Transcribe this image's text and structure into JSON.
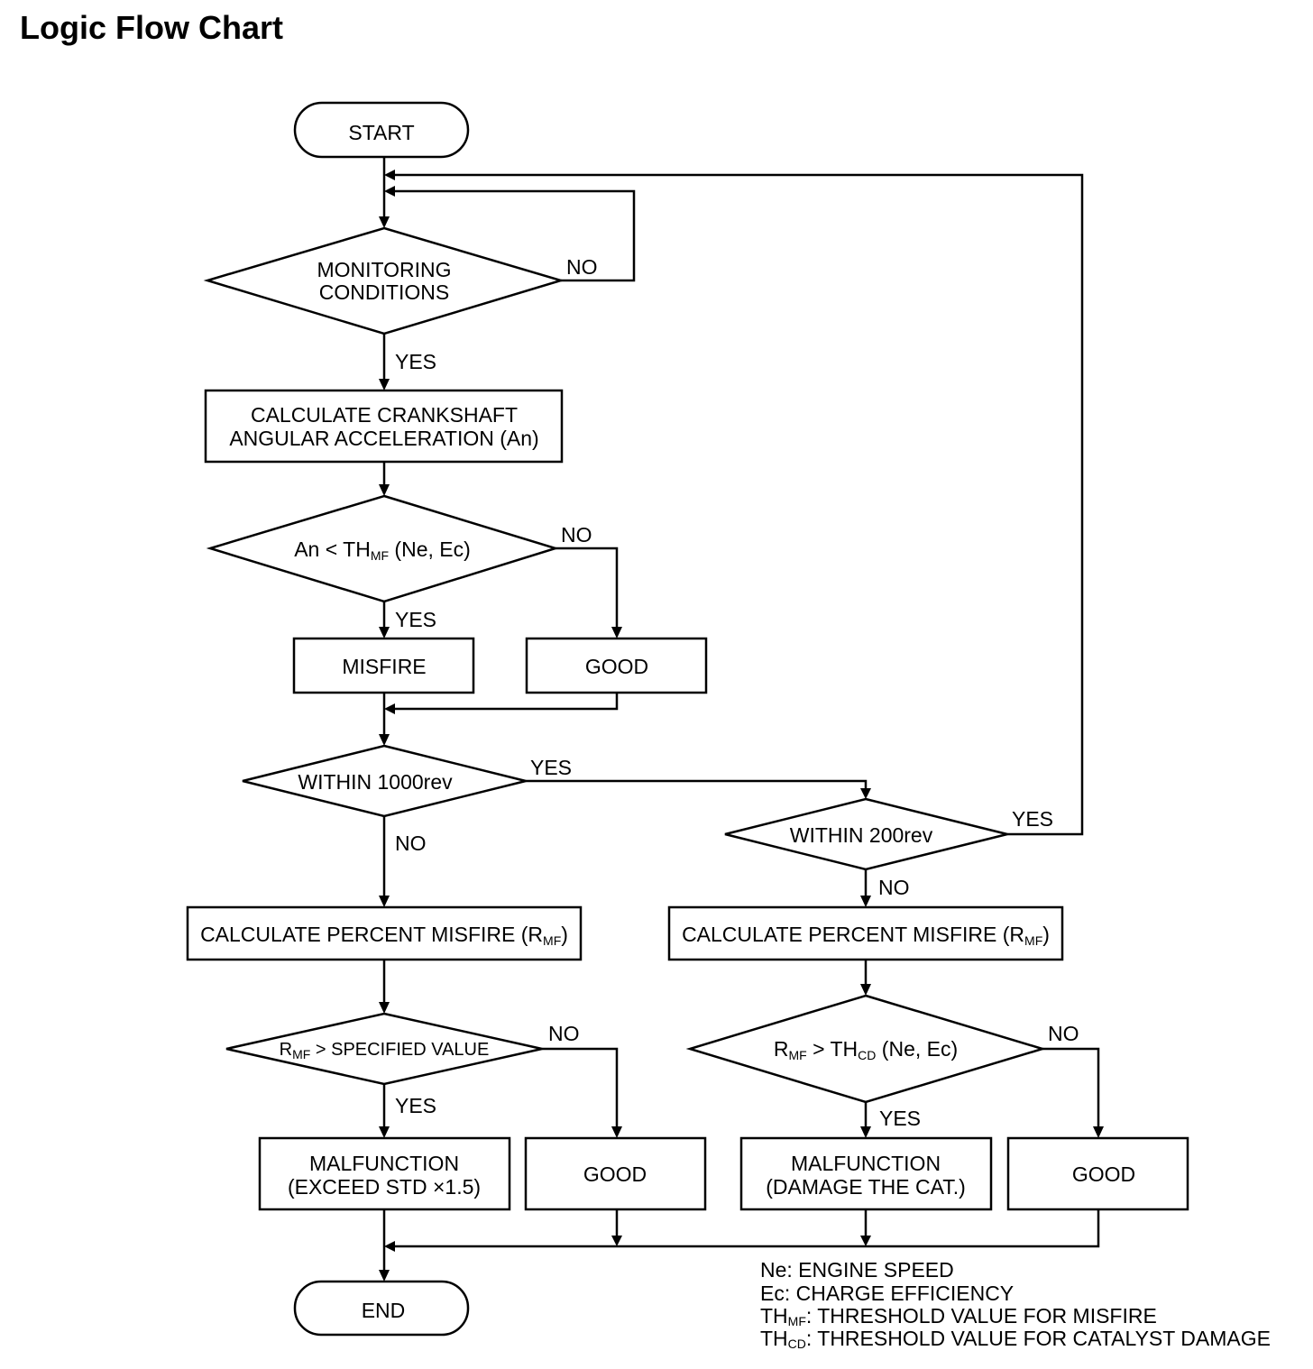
{
  "title": "Logic Flow Chart",
  "nodes": {
    "start": "START",
    "monitoring_1": "MONITORING",
    "monitoring_2": "CONDITIONS",
    "calc_accel_1": "CALCULATE CRANKSHAFT",
    "calc_accel_2": "ANGULAR ACCELERATION (An)",
    "an_check_pre": "An < TH",
    "an_check_sub": "MF",
    "an_check_post": " (Ne,  Ec)",
    "misfire": "MISFIRE",
    "good_1": "GOOD",
    "within1000": "WITHIN 1000rev",
    "within200": "WITHIN 200rev",
    "calc_pct_left_pre": "CALCULATE PERCENT MISFIRE (R",
    "calc_pct_left_sub": "MF",
    "calc_pct_left_post": ")",
    "calc_pct_right_pre": "CALCULATE PERCENT MISFIRE (R",
    "calc_pct_right_sub": "MF",
    "calc_pct_right_post": ")",
    "rmf_spec_pre": "R",
    "rmf_spec_sub": "MF",
    "rmf_spec_post": " > SPECIFIED VALUE",
    "rmf_thcd_pre": "R",
    "rmf_thcd_sub": "MF",
    "rmf_thcd_mid": " > TH",
    "rmf_thcd_sub2": "CD",
    "rmf_thcd_post": " (Ne, Ec)",
    "malf_std_1": "MALFUNCTION",
    "malf_std_2": "(EXCEED STD  ×1.5)",
    "good_2": "GOOD",
    "malf_cat_1": "MALFUNCTION",
    "malf_cat_2": "(DAMAGE THE CAT.)",
    "good_3": "GOOD",
    "end": "END"
  },
  "edge_labels": {
    "mon_no": "NO",
    "mon_yes": "YES",
    "an_no": "NO",
    "an_yes": "YES",
    "w1000_yes": "YES",
    "w1000_no": "NO",
    "w200_yes": "YES",
    "w200_no": "NO",
    "spec_no": "NO",
    "spec_yes": "YES",
    "thcd_no": "NO",
    "thcd_yes": "YES"
  },
  "legend": {
    "ne_pre": "Ne",
    "ne_post": ": ENGINE SPEED",
    "ec_pre": "Ec",
    "ec_post": ": CHARGE EFFICIENCY",
    "thmf_pre": "TH",
    "thmf_sub": "MF",
    "thmf_post": ": THRESHOLD VALUE FOR MISFIRE",
    "thcd_pre": "TH",
    "thcd_sub": "CD",
    "thcd_post": ": THRESHOLD VALUE FOR CATALYST DAMAGE"
  }
}
